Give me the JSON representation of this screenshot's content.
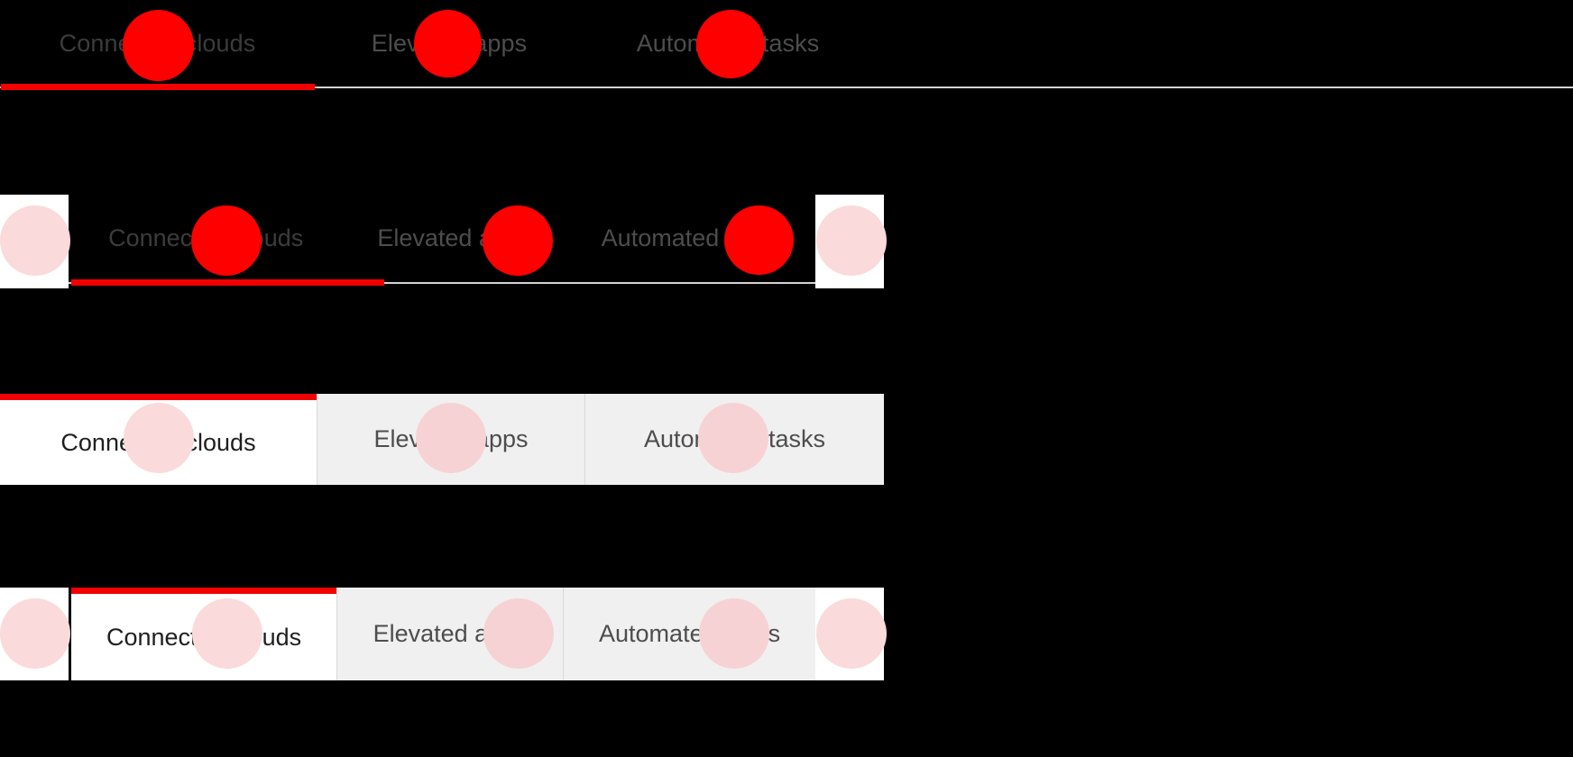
{
  "tabs": {
    "labels": [
      "Connected clouds",
      "Elevated apps",
      "Automated tasks"
    ],
    "active_index": 0,
    "truncated_last_label": "Automate"
  },
  "icons": {
    "prev": "chevron-left-icon",
    "next": "chevron-right-icon"
  },
  "colors": {
    "accent_red": "#f20000",
    "blob_solid": "#ff0000",
    "blob_faded": "#fadadb",
    "page_background": "#000000",
    "tab_active_background": "#ffffff",
    "tab_inactive_background": "#f0f0f0",
    "tab_inactive_text": "#4d4d4d",
    "tab_active_text": "#1f1f1f",
    "divider": "#d9d9d9",
    "baseline": "#d4d4d4"
  },
  "variants": [
    {
      "name": "underline-tabs",
      "has_scroll_arrows": false,
      "style": "underline"
    },
    {
      "name": "underline-tabs-scrollable",
      "has_scroll_arrows": true,
      "style": "underline"
    },
    {
      "name": "boxed-tabs",
      "has_scroll_arrows": false,
      "style": "boxed"
    },
    {
      "name": "boxed-tabs-scrollable",
      "has_scroll_arrows": true,
      "style": "boxed"
    }
  ]
}
